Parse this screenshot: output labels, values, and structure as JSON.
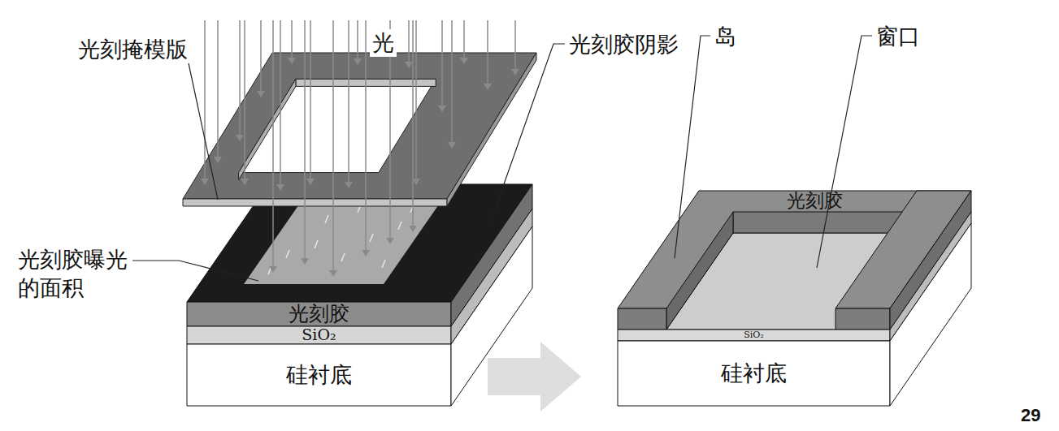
{
  "diagram": {
    "nodes": [
      {
        "text": [
          "光刻胶"
        ]
      },
      {
        "text": [
          "SiO₂"
        ]
      },
      {
        "text": [
          "硅衬底"
        ]
      },
      {
        "text": [
          "SiO₂"
        ]
      },
      {
        "text": [
          "硅衬底"
        ]
      }
    ],
    "labels": [
      "光",
      "光刻掩模版",
      "光刻胶阴影",
      "光刻胶曝光 的面积",
      "岛",
      "窗口",
      "光刻胶",
      "29"
    ]
  }
}
